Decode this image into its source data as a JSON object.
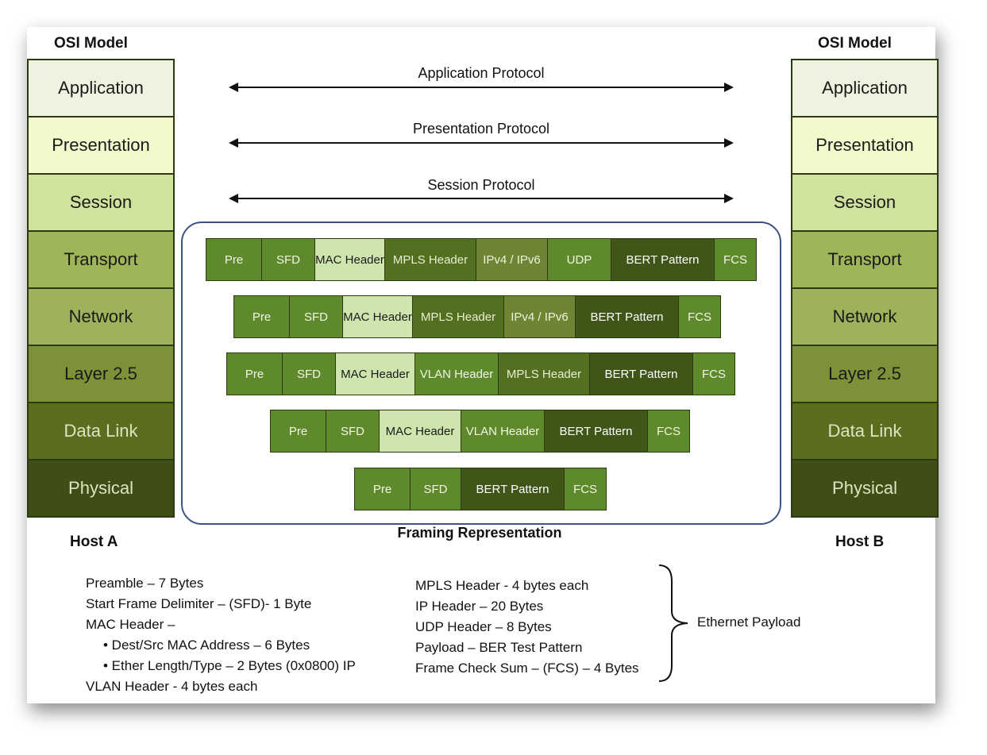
{
  "host_a": {
    "title": "OSI Model",
    "label": "Host A",
    "layers": [
      "Application",
      "Presentation",
      "Session",
      "Transport",
      "Network",
      "Layer 2.5",
      "Data Link",
      "Physical"
    ]
  },
  "host_b": {
    "title": "OSI Model",
    "label": "Host B",
    "layers": [
      "Application",
      "Presentation",
      "Session",
      "Transport",
      "Network",
      "Layer 2.5",
      "Data Link",
      "Physical"
    ]
  },
  "layer_colors": [
    "#eef3df",
    "#f4f9cc",
    "#cfe39c",
    "#9fb55a",
    "#9db25a",
    "#7d9238",
    "#5a6e1e",
    "#3f4e14"
  ],
  "protocols": [
    "Application Protocol",
    "Presentation Protocol",
    "Session Protocol"
  ],
  "framing": {
    "title": "Framing Representation",
    "rows": [
      [
        "Pre",
        "SFD",
        "MAC Header",
        "MPLS Header",
        "IPv4 / IPv6",
        "UDP",
        "BERT Pattern",
        "FCS"
      ],
      [
        "Pre",
        "SFD",
        "MAC Header",
        "MPLS Header",
        "IPv4 / IPv6",
        "BERT Pattern",
        "FCS"
      ],
      [
        "Pre",
        "SFD",
        "MAC Header",
        "VLAN Header",
        "MPLS Header",
        "BERT Pattern",
        "FCS"
      ],
      [
        "Pre",
        "SFD",
        "MAC Header",
        "VLAN Header",
        "BERT Pattern",
        "FCS"
      ],
      [
        "Pre",
        "SFD",
        "BERT Pattern",
        "FCS"
      ]
    ]
  },
  "notes_left": [
    {
      "text": "Preamble – 7 Bytes",
      "bullet": false
    },
    {
      "text": "Start Frame Delimiter – (SFD)- 1 Byte",
      "bullet": false
    },
    {
      "text": "MAC Header –",
      "bullet": false
    },
    {
      "text": "• Dest/Src MAC Address – 6 Bytes",
      "bullet": true
    },
    {
      "text": "• Ether Length/Type – 2 Bytes (0x0800) IP",
      "bullet": true
    },
    {
      "text": "VLAN Header - 4 bytes each",
      "bullet": false
    }
  ],
  "notes_right": [
    "MPLS Header - 4 bytes each",
    "IP Header – 20 Bytes",
    "UDP Header – 8 Bytes",
    "Payload – BER Test Pattern",
    "Frame Check Sum – (FCS) – 4 Bytes"
  ],
  "payload_label": "Ethernet Payload"
}
